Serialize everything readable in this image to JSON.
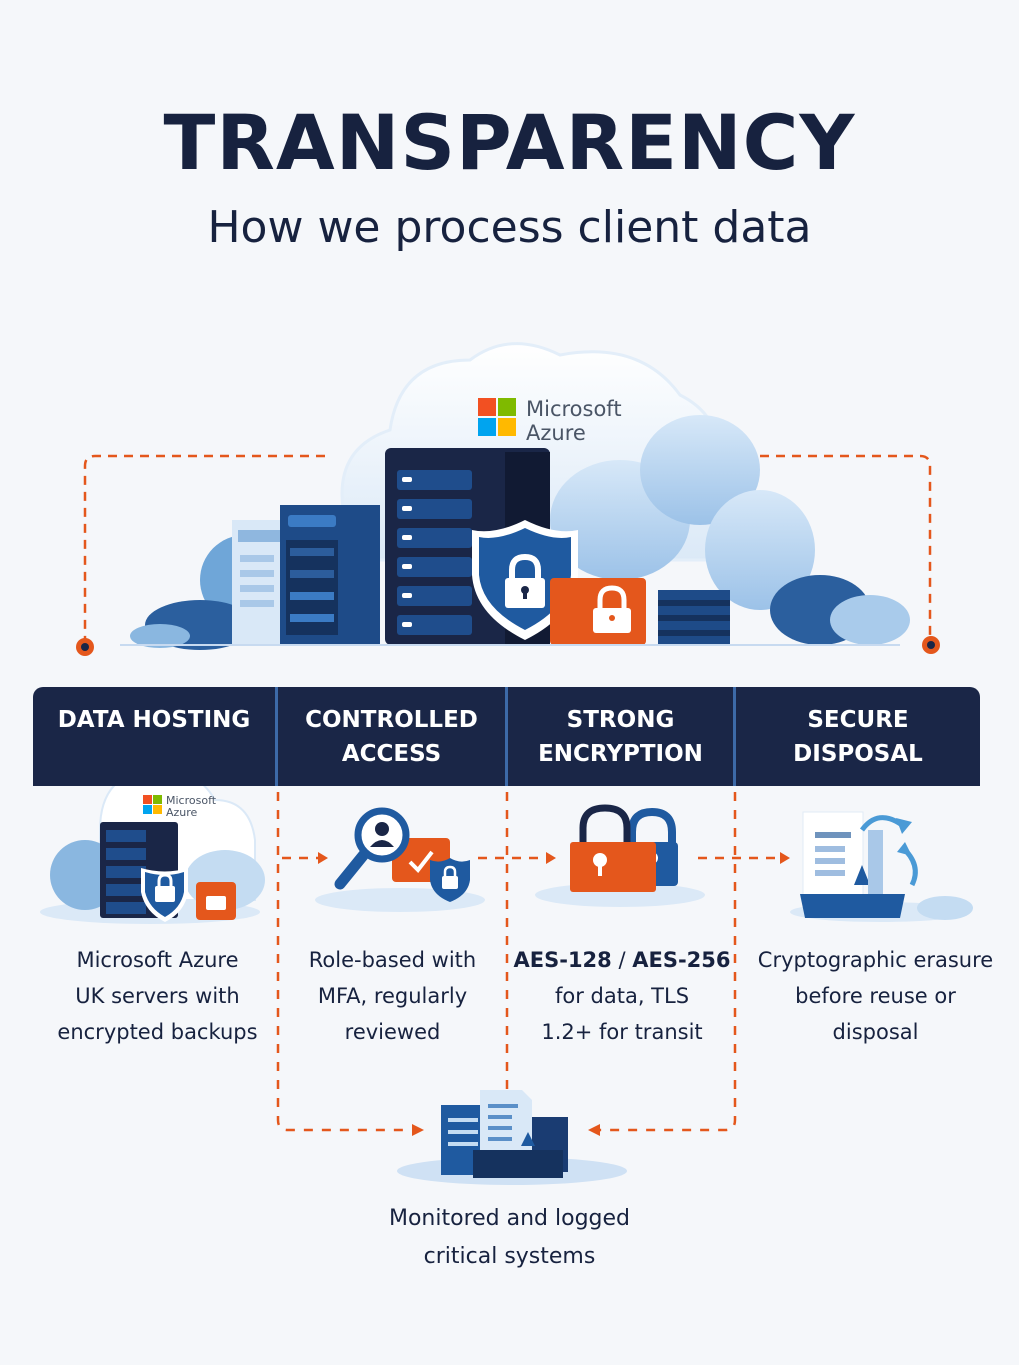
{
  "header": {
    "title": "TRANSPARENCY",
    "subtitle": "How we process client data"
  },
  "hero": {
    "logo_line1": "Microsoft",
    "logo_line2": "Azure"
  },
  "columns": [
    {
      "heading_line1": "DATA HOSTING",
      "heading_line2": "",
      "icon": "azure-server-icon",
      "logo_line1": "Microsoft",
      "logo_line2": "Azure",
      "desc": [
        "Microsoft Azure",
        "UK servers with",
        "encrypted backups"
      ]
    },
    {
      "heading_line1": "CONTROLLED",
      "heading_line2": "ACCESS",
      "icon": "user-search-shield-icon",
      "desc": [
        "Role-based with",
        "MFA, regularly",
        "reviewed"
      ]
    },
    {
      "heading_line1": "STRONG",
      "heading_line2": "ENCRYPTION",
      "icon": "padlocks-icon",
      "desc_bold_1": "AES-128",
      "desc_sep": " / ",
      "desc_bold_2": "AES-256",
      "desc": [
        "",
        "for data, TLS",
        "1.2+ for transit"
      ]
    },
    {
      "heading_line1": "SECURE",
      "heading_line2": "DISPOSAL",
      "icon": "document-erase-icon",
      "desc": [
        "Cryptographic erasure",
        "before reuse or",
        "disposal"
      ]
    }
  ],
  "monitoring": {
    "icon": "monitoring-logs-icon",
    "line1": "Monitored and logged",
    "line2": "critical systems"
  },
  "colors": {
    "navy": "#1a2647",
    "blue": "#1f5aa0",
    "light_blue": "#bcd7f0",
    "orange": "#e4571c",
    "ms_red": "#f25022",
    "ms_green": "#7fba00",
    "ms_blue": "#00a4ef",
    "ms_yellow": "#ffb900"
  }
}
